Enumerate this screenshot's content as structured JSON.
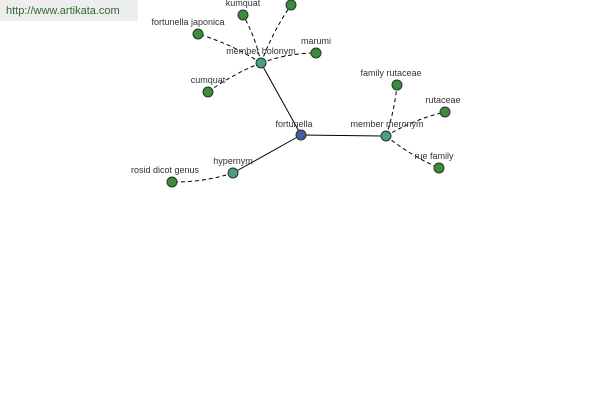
{
  "header": {
    "source_url": "http://www.artikata.com"
  },
  "colors": {
    "center_node": "#4b5aa6",
    "relation_node": "#4f9a8f",
    "word_node": "#3f8a3f",
    "edge": "#000000"
  },
  "graph": {
    "center": {
      "id": "fortunella",
      "label": "fortunella"
    },
    "relations": [
      {
        "id": "member-holonym",
        "label": "member holonym"
      },
      {
        "id": "member-meronym",
        "label": "member meronym"
      },
      {
        "id": "hypernym",
        "label": "hypernym"
      }
    ],
    "words": [
      {
        "id": "kumquat",
        "label": "kumquat",
        "relation": "member-holonym"
      },
      {
        "id": "unlabeled-top",
        "label": "",
        "relation": "member-holonym"
      },
      {
        "id": "fortunella-japonica",
        "label": "fortunella japonica",
        "relation": "member-holonym"
      },
      {
        "id": "marumi",
        "label": "marumi",
        "relation": "member-holonym"
      },
      {
        "id": "cumquat",
        "label": "cumquat",
        "relation": "member-holonym"
      },
      {
        "id": "family-rutaceae",
        "label": "family rutaceae",
        "relation": "member-meronym"
      },
      {
        "id": "rutaceae",
        "label": "rutaceae",
        "relation": "member-meronym"
      },
      {
        "id": "rue-family",
        "label": "rue family",
        "relation": "member-meronym"
      },
      {
        "id": "rosid-dicot-genus",
        "label": "rosid dicot genus",
        "relation": "hypernym"
      }
    ]
  }
}
